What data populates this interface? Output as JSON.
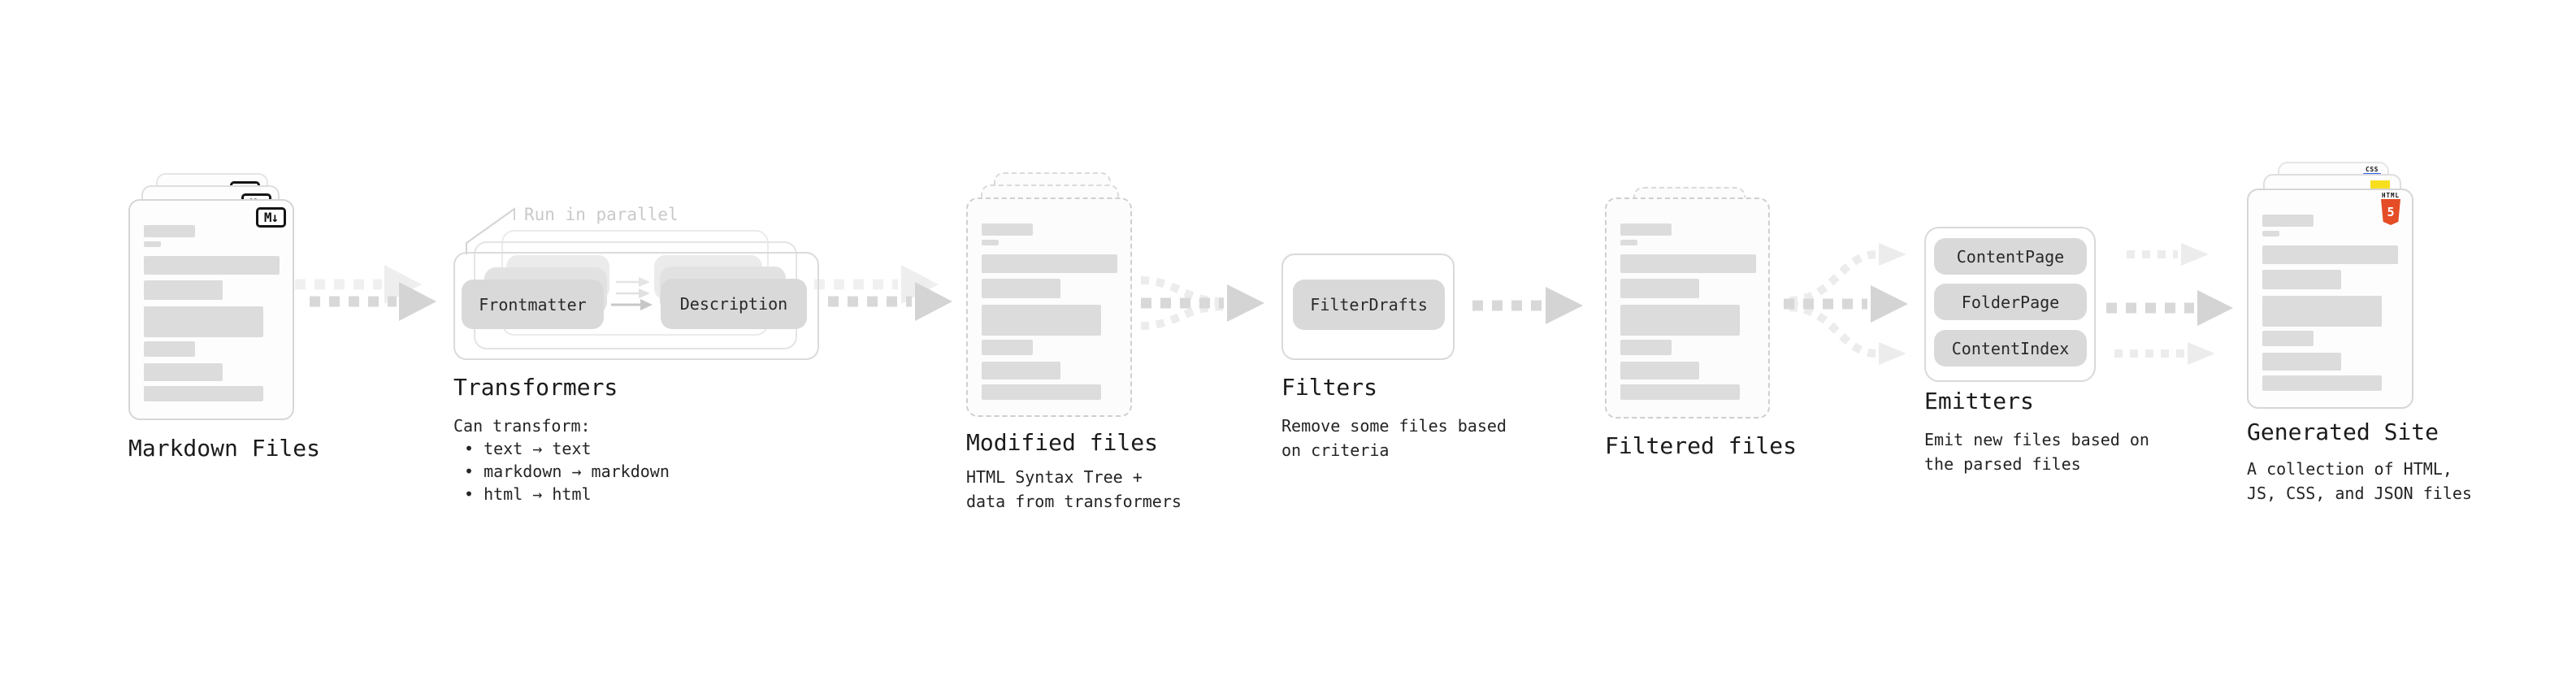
{
  "sections": {
    "markdown": {
      "title": "Markdown Files",
      "badge": "M↓"
    },
    "transformers": {
      "title": "Transformers",
      "annotation": "Run in parallel",
      "pill_left": "Frontmatter",
      "pill_right": "Description",
      "desc_header": "Can transform:",
      "bullets": [
        "• text → text",
        "• markdown → markdown",
        "• html → html"
      ]
    },
    "modified": {
      "title": "Modified files",
      "desc": "HTML Syntax Tree +\ndata from transformers"
    },
    "filters": {
      "title": "Filters",
      "pill": "FilterDrafts",
      "desc": "Remove some files based\non criteria"
    },
    "filtered": {
      "title": "Filtered files"
    },
    "emitters": {
      "title": "Emitters",
      "pills": [
        "ContentPage",
        "FolderPage",
        "ContentIndex"
      ],
      "desc": "Emit new files based on\nthe parsed files"
    },
    "generated": {
      "title": "Generated Site",
      "desc": "A collection of HTML,\nJS, CSS, and JSON files",
      "css_badge": "CSS",
      "html_badge_label": "HTML",
      "html_badge_number": "5"
    }
  },
  "colors": {
    "arrow_main": "#d8d8d8",
    "arrow_head": "#d4d4d4",
    "arrow_faint": "#ececec",
    "pill_bg": "#d9d9d9",
    "css_blue": "#2760e6",
    "js_yellow": "#f7df1e",
    "html5_orange": "#e44d26"
  }
}
